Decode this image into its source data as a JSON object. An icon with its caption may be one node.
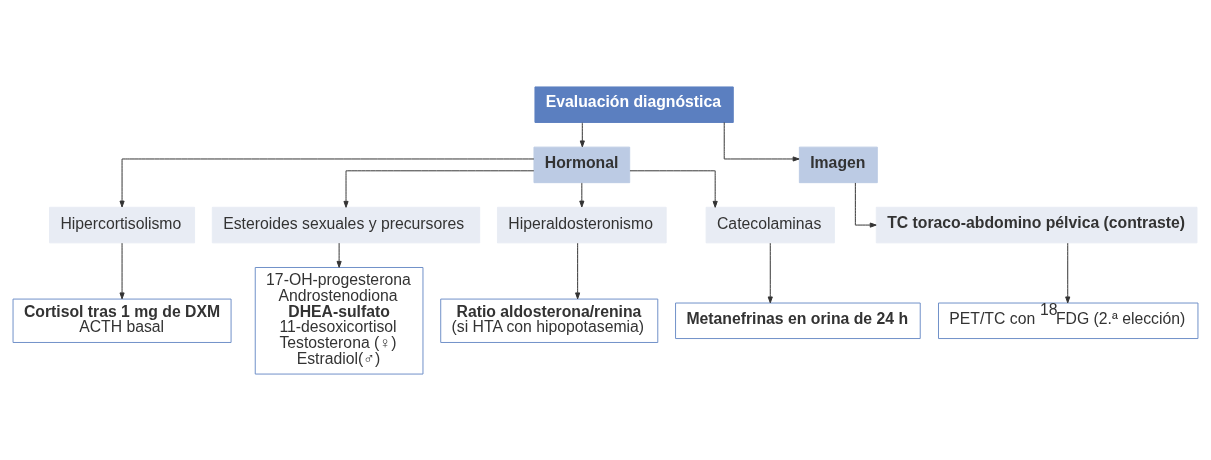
{
  "diagram": {
    "nodes": [
      {
        "text": [
          "Evaluación diagnóstica"
        ]
      },
      {
        "text": [
          "Hormonal"
        ]
      },
      {
        "text": [
          "Imagen"
        ]
      },
      {
        "text": [
          "Hipercortisolismo"
        ]
      },
      {
        "text": [
          "Esteroides sexuales y precursores"
        ]
      },
      {
        "text": [
          "Hiperaldosteronismo"
        ]
      },
      {
        "text": [
          "Catecolaminas"
        ]
      },
      {
        "text": [
          "TC toraco-abdomino pélvica (contraste)"
        ]
      },
      {
        "text": [
          "Cortisol tras 1 mg de DXM",
          "ACTH basal"
        ]
      },
      {
        "text": [
          "17-OH-progesterona",
          "Androstenodiona",
          "DHEA-sulfato",
          "11-desoxicortisol",
          "Testosterona (♀)",
          "Estradiol(♂)"
        ]
      },
      {
        "text": [
          "Ratio aldosterona/renina",
          "(si HTA con hipopotasemia)"
        ]
      },
      {
        "text": [
          "Metanefrinas en orina de 24 h"
        ]
      },
      {
        "text": [
          "PET/TC con $^{18}$FDG (2.ª elección)"
        ]
      }
    ],
    "edges": [
      {
        "from": 0,
        "to": 1,
        "arrow": "to"
      },
      {
        "from": 0,
        "to": 2,
        "arrow": "to"
      },
      {
        "from": 1,
        "to": 3,
        "arrow": "to"
      },
      {
        "from": 1,
        "to": 4,
        "arrow": "to"
      },
      {
        "from": 1,
        "to": 5,
        "arrow": "to"
      },
      {
        "from": 1,
        "to": 6,
        "arrow": "to"
      },
      {
        "from": 2,
        "to": 7,
        "arrow": "to"
      },
      {
        "from": 3,
        "to": 8,
        "arrow": "to"
      },
      {
        "from": 4,
        "to": 9,
        "arrow": "to"
      },
      {
        "from": 5,
        "to": 10,
        "arrow": "to"
      },
      {
        "from": 6,
        "to": 11,
        "arrow": "to"
      },
      {
        "from": 7,
        "to": 12,
        "arrow": "to"
      }
    ]
  }
}
